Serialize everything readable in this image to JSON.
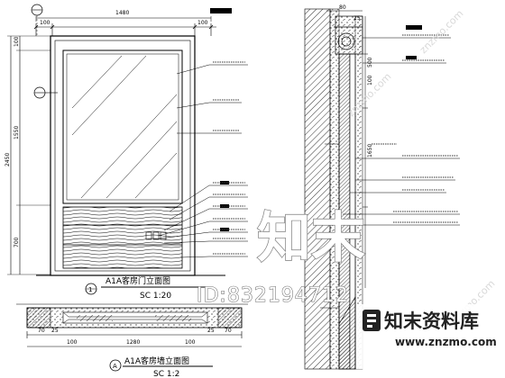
{
  "elevation": {
    "title": "A1A客房门立面图",
    "scale": "SC 1:20",
    "dims_top": [
      "100",
      "1480",
      "100"
    ],
    "dims_left": [
      "100",
      "1550",
      "700"
    ],
    "dim_total_height": "2450",
    "marker": "1",
    "marker_sheet": "—"
  },
  "plan": {
    "title": "A1A客房墙立面图",
    "scale": "SC 1:2",
    "dims_bottom": [
      "70",
      "25",
      "100",
      "1280",
      "100",
      "25",
      "70"
    ],
    "marker": "A"
  },
  "section": {
    "dims_top": [
      "80",
      "25"
    ],
    "dims_side": [
      "100",
      "1650",
      "500"
    ]
  },
  "watermark": {
    "logo_text": "知末",
    "id_text": "ID:832194712",
    "brand": "知末资料库",
    "url": "www.znzmo.com",
    "diagonal": [
      "znzmo.com",
      "znzmo.com",
      "znzmo.com"
    ]
  }
}
